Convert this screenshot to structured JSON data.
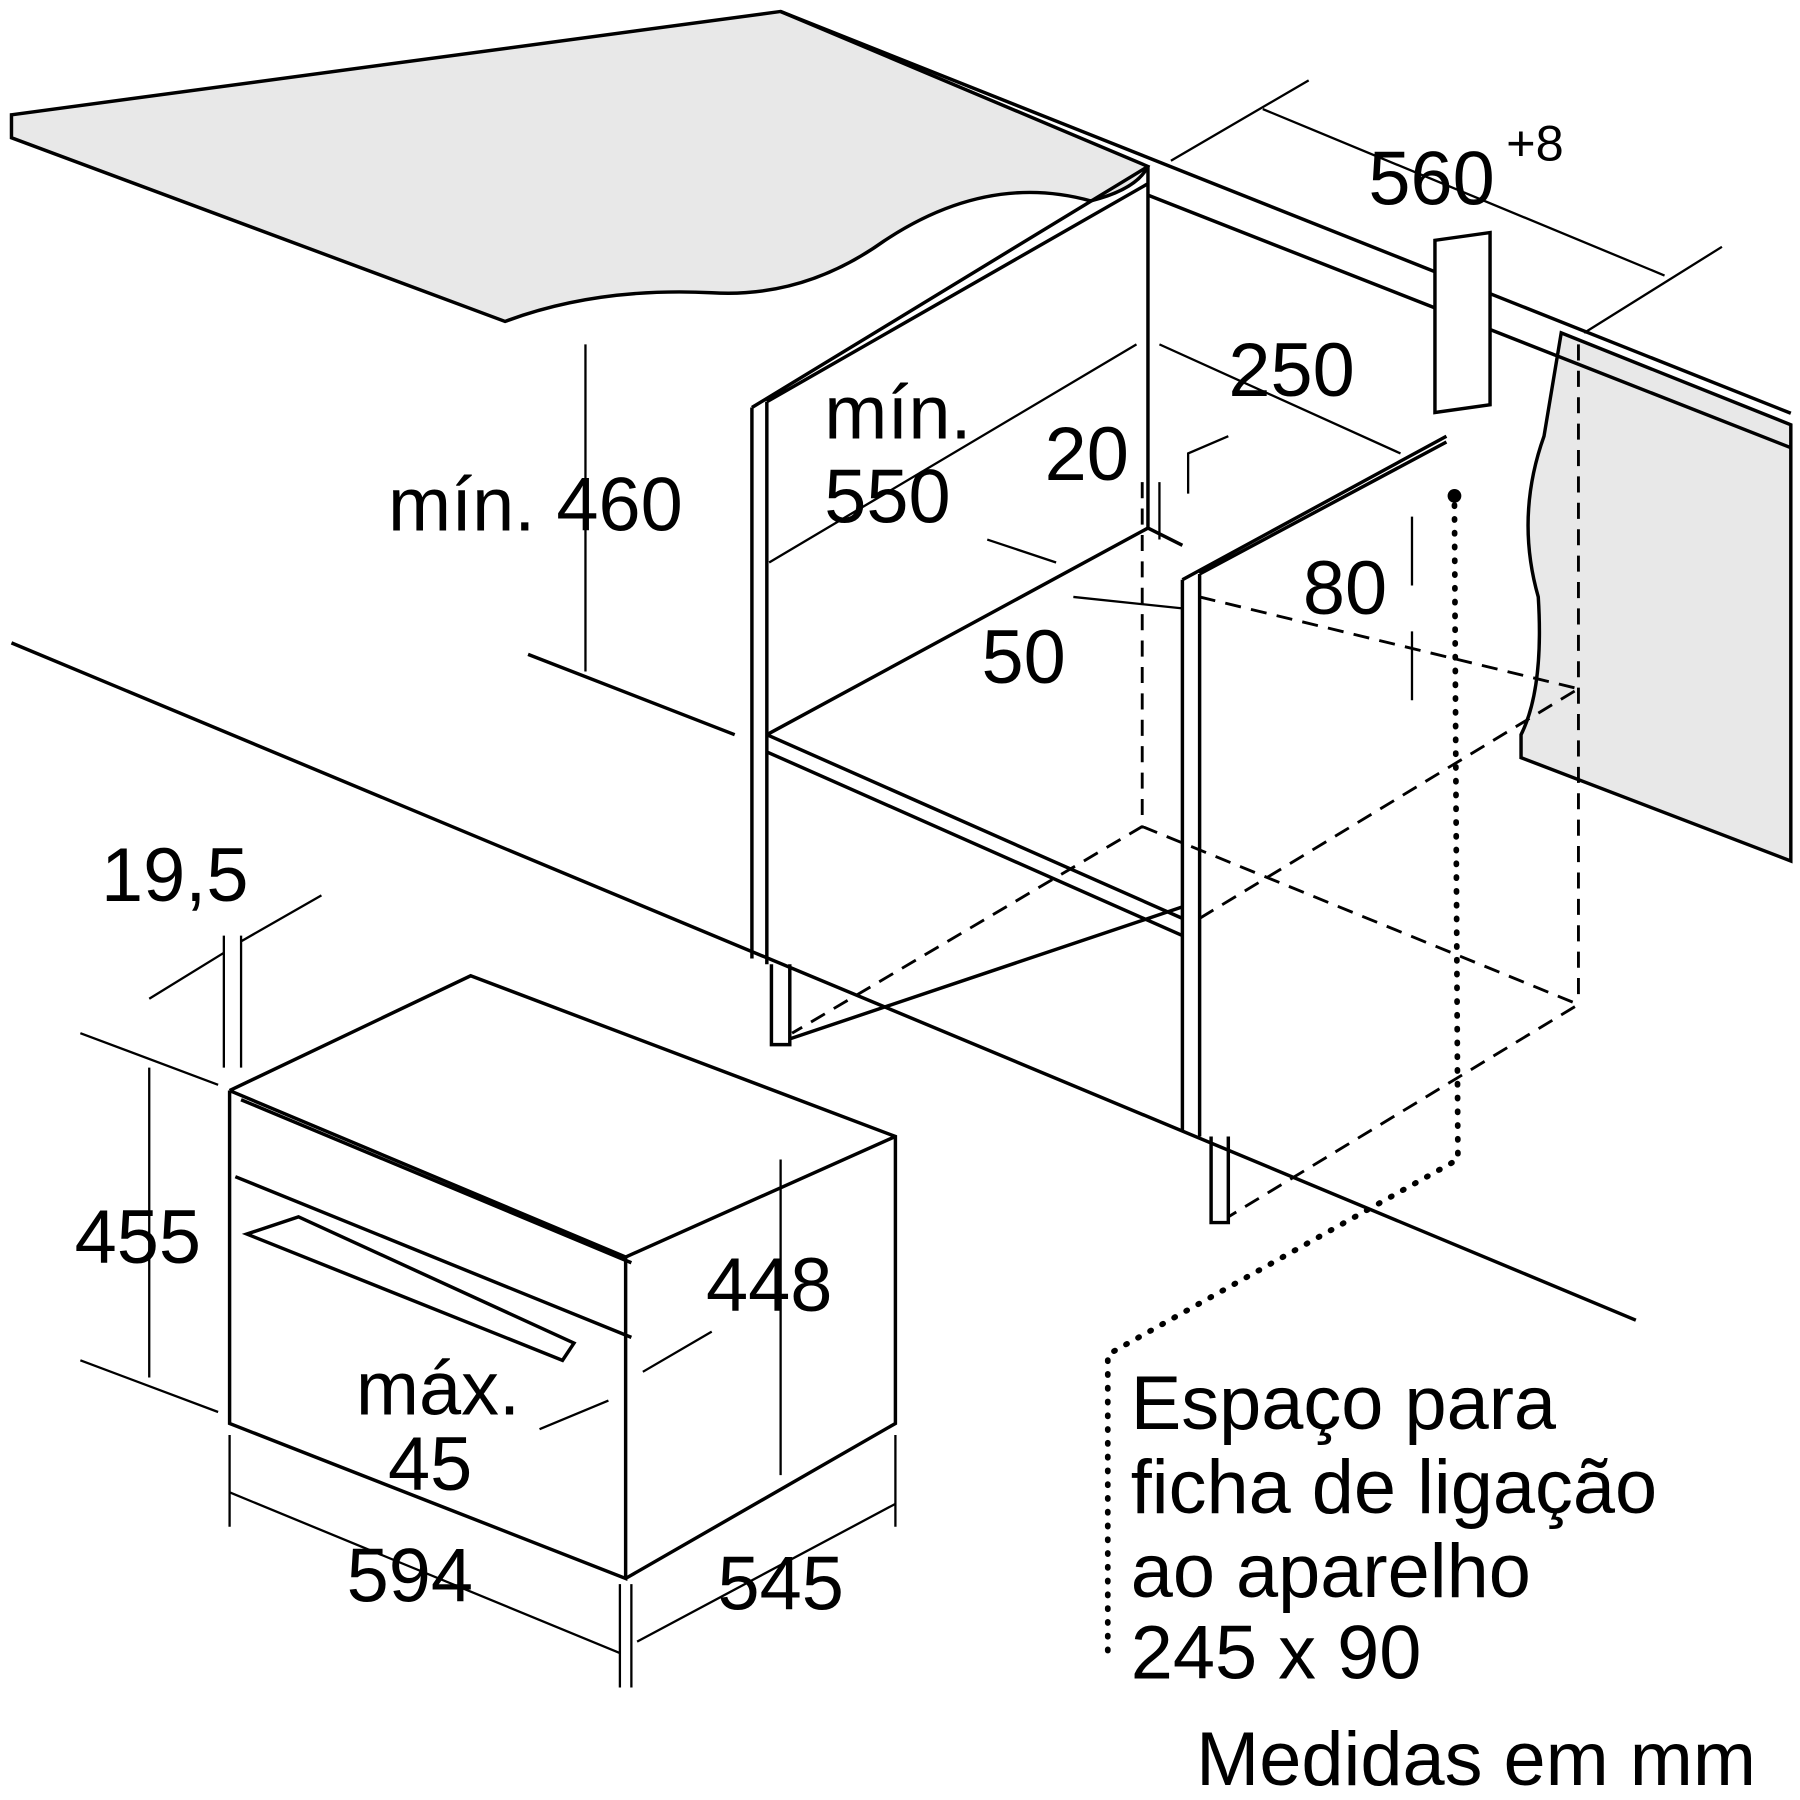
{
  "title": "Installation dimensions diagram",
  "dimensions": {
    "niche_width": "560",
    "niche_width_tolerance": "+8",
    "depth_250": "250",
    "min_depth_prefix": "mín.",
    "min_depth": "550",
    "gap_20": "20",
    "min_height": "mín. 460",
    "socket_80": "80",
    "gap_50": "50",
    "front_19_5": "19,5",
    "height_455": "455",
    "height_448": "448",
    "max_prefix": "máx.",
    "max_45": "45",
    "width_594": "594",
    "depth_545": "545"
  },
  "socket_note": [
    "Espaço para",
    "ficha de ligação",
    "ao aparelho",
    "245 x 90"
  ],
  "units_note": "Medidas em mm"
}
